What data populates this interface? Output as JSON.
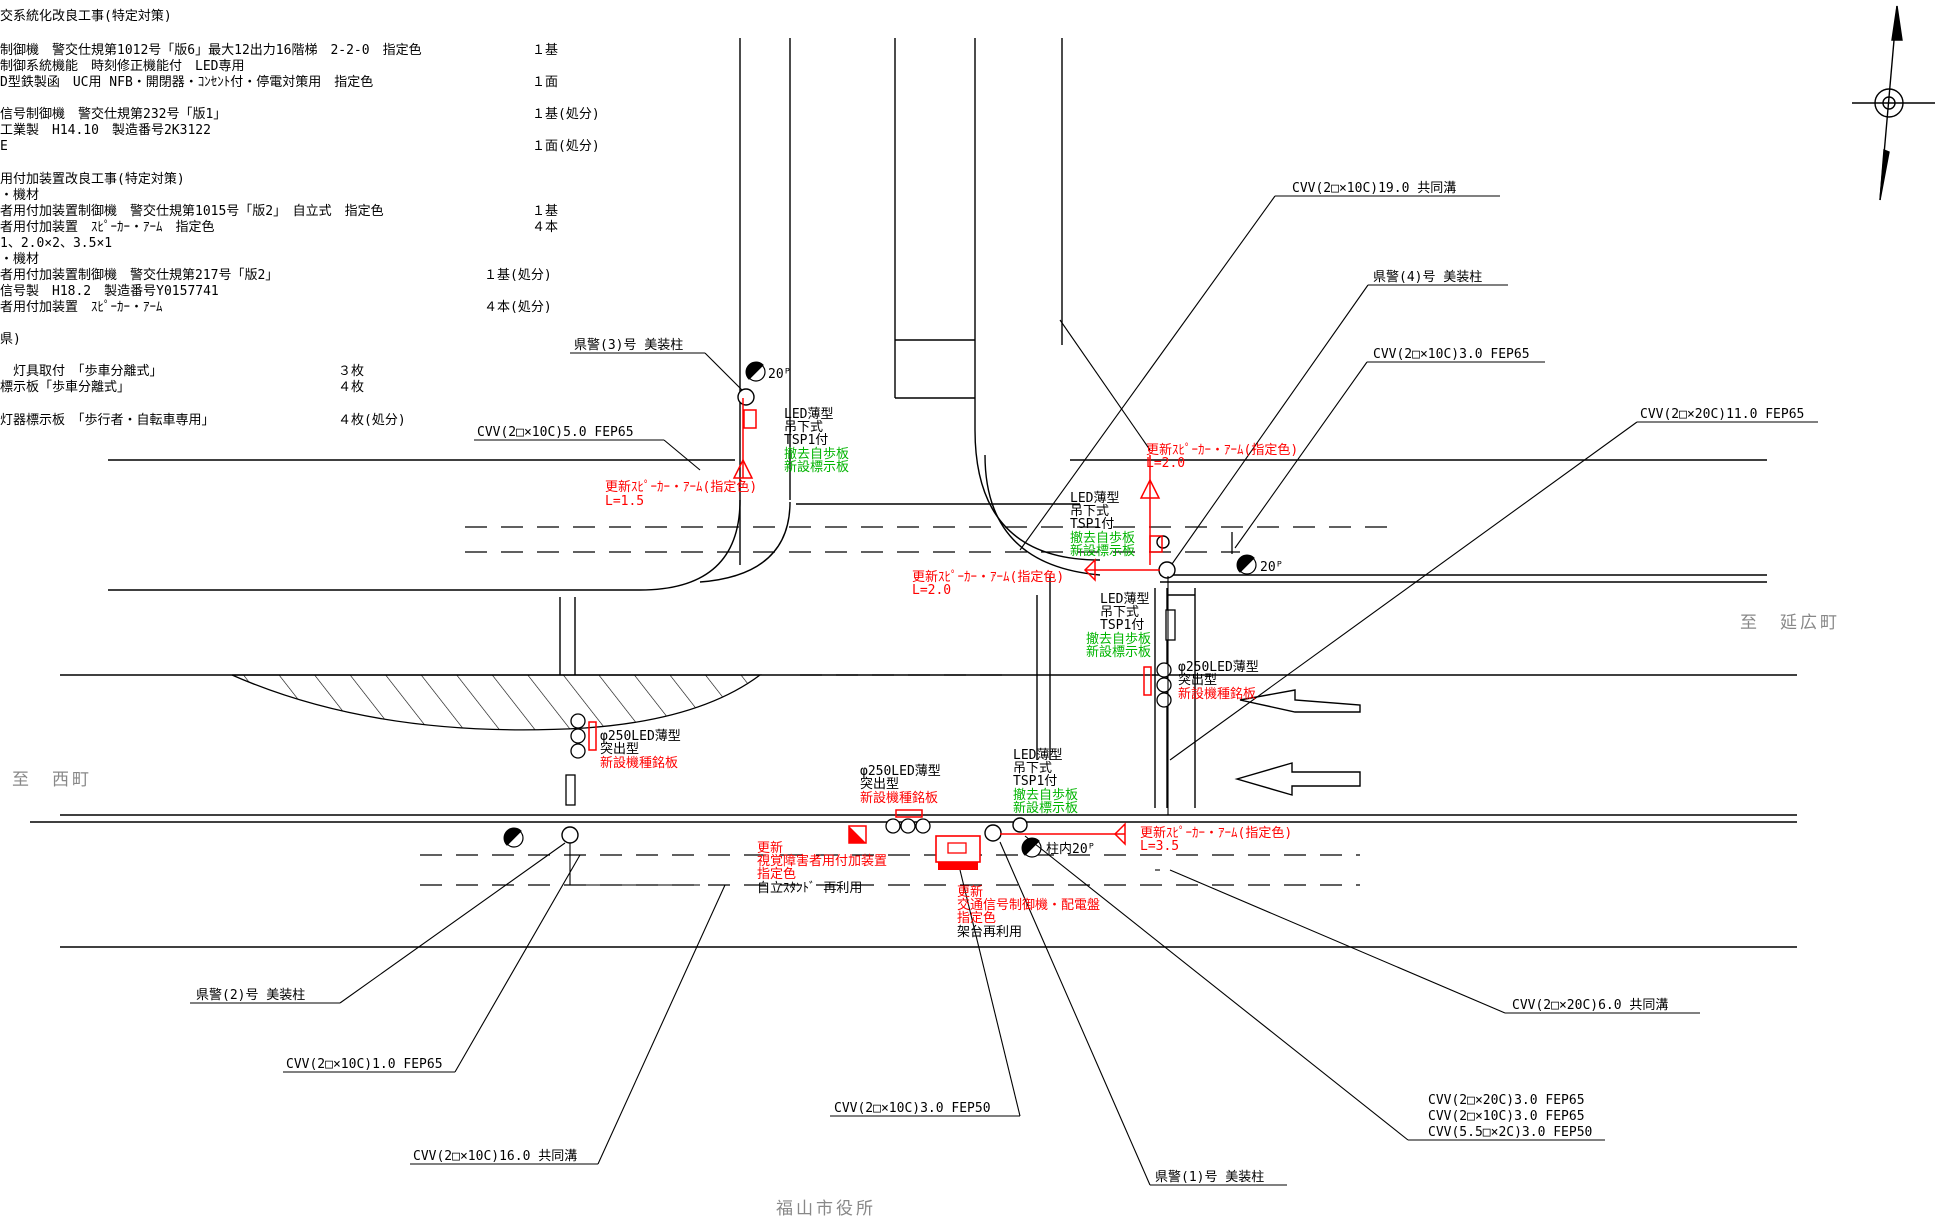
{
  "colors": {
    "line": "#000000",
    "new_work": "#ff0000",
    "removed_or_new_sign": "#00b400",
    "place": "#888888"
  },
  "notes": [
    {
      "text": "交系統化改良工事(特定対策)",
      "qty": ""
    },
    {
      "text": "制御機　警交仕規第1012号「版6」最大12出力16階梯　2-2-0　指定色",
      "qty": "１基"
    },
    {
      "text": "制御系統機能　時刻修正機能付　LED専用",
      "qty": ""
    },
    {
      "text": "D型鉄製函　UC用 NFB・開閉器・ｺﾝｾﾝﾄ付・停電対策用　指定色",
      "qty": "１面"
    },
    {
      "text": "信号制御機　警交仕規第232号「版1」",
      "qty": "１基(処分)"
    },
    {
      "text": "工業製　H14.10　製造番号2K3122",
      "qty": ""
    },
    {
      "text": "E",
      "qty": "１面(処分)"
    },
    {
      "text": "用付加装置改良工事(特定対策)",
      "qty": ""
    },
    {
      "text": "・機材",
      "qty": ""
    },
    {
      "text": "者用付加装置制御機　警交仕規第1015号「版2」　自立式　指定色",
      "qty": "１基"
    },
    {
      "text": "者用付加装置　ｽﾋﾟｰｶｰ・ｱｰﾑ　指定色",
      "qty": "４本"
    },
    {
      "text": "1、2.0×2、3.5×1",
      "qty": ""
    },
    {
      "text": "・機材",
      "qty": ""
    },
    {
      "text": "者用付加装置制御機　警交仕規第217号「版2」",
      "qty": "１基(処分)"
    },
    {
      "text": "信号製　H18.2　製造番号Y0157741",
      "qty": ""
    },
    {
      "text": "者用付加装置　ｽﾋﾟｰｶｰ・ｱｰﾑ",
      "qty": "４本(処分)"
    },
    {
      "text": "県)",
      "qty": ""
    },
    {
      "text": "　灯具取付　「歩車分離式」",
      "qty": "３枚"
    },
    {
      "text": "標示板「歩車分離式」",
      "qty": "４枚"
    },
    {
      "text": "灯器標示板　「歩行者・自転車専用」",
      "qty": "４枚(処分)"
    }
  ],
  "places": {
    "east": "至　延広町",
    "west": "至　西町",
    "south": "福山市役所"
  },
  "cable_labels": {
    "c1": "CVV(2□×10C)19.0 共同溝",
    "c2": "県警(4)号 美装柱",
    "c3": "CVV(2□×10C)3.0 FEP65",
    "c4": "CVV(2□×20C)11.0 FEP65",
    "c5": "県警(3)号 美装柱",
    "c6": "CVV(2□×10C)5.0 FEP65",
    "c7": "CVV(2□×20C)6.0 共同溝",
    "c8": "県警(2)号 美装柱",
    "c9": "CVV(2□×10C)1.0 FEP65",
    "c10": "CVV(2□×10C)3.0 FEP50",
    "c11": "CVV(2□×10C)16.0 共同溝",
    "c12": "県警(1)号 美装柱",
    "c13a": "CVV(2□×20C)3.0 FEP65",
    "c13b": "CVV(2□×10C)3.0 FEP65",
    "c13c": "CVV(5.5□×2C)3.0 FEP50"
  },
  "pole_labels": {
    "p20a": "20ᴾ",
    "p20b": "20ᴾ",
    "pole_in": "柱内20ᴾ"
  },
  "annotations": {
    "nw_led": [
      "LED薄型",
      "吊下式",
      "TSP1付"
    ],
    "nw_led_green": [
      "撤去自歩板",
      "新設標示板"
    ],
    "nw_arm": [
      "更新ｽﾋﾟｰｶｰ・ｱｰﾑ(指定色)",
      "L=1.5"
    ],
    "ne_led": [
      "LED薄型",
      "吊下式",
      "TSP1付"
    ],
    "ne_led_green": [
      "撤去自歩板",
      "新設標示板"
    ],
    "ne_arm": [
      "更新ｽﾋﾟｰｶｰ・ｱｰﾑ(指定色)",
      "L=2.0"
    ],
    "c_arm": [
      "更新ｽﾋﾟｰｶｰ・ｱｰﾑ(指定色)",
      "L=2.0"
    ],
    "c_led": [
      "LED薄型",
      "吊下式",
      "TSP1付"
    ],
    "c_led_green": [
      "撤去自歩板",
      "新設標示板"
    ],
    "e_sig": [
      "φ250LED薄型",
      "突出型"
    ],
    "e_sig_red": "新設機種銘板",
    "w_sig": [
      "φ250LED薄型",
      "突出型"
    ],
    "w_sig_red": "新設機種銘板",
    "s_sig": [
      "φ250LED薄型",
      "突出型"
    ],
    "s_sig_red": "新設機種銘板",
    "s_led": [
      "LED薄型",
      "吊下式",
      "TSP1付"
    ],
    "s_led_green": [
      "撤去自歩板",
      "新設標示板"
    ],
    "se_arm": [
      "更新ｽﾋﾟｰｶｰ・ｱｰﾑ(指定色)",
      "L=3.5"
    ],
    "ped_dev_red": [
      "更新",
      "視覚障害者用付加装置",
      "指定色"
    ],
    "ped_dev_black": "自立ｽﾀﾝﾄﾞ 再利用",
    "ctrl_red": [
      "更新",
      "交通信号制御機・配電盤",
      "指定色"
    ],
    "ctrl_black": "架台再利用"
  }
}
